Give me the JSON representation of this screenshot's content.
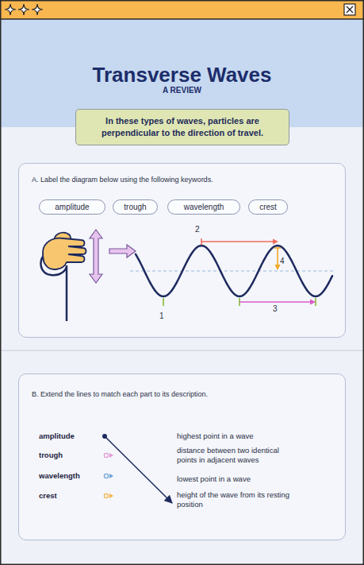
{
  "diagram": {
    "title": "Transverse Waves",
    "nodes": [
      {
        "text": [
          "In these types of waves, particles are perpendicular to the direction of travel."
        ]
      },
      {
        "text": [
          "A. Label the diagram below using the following keywords."
        ]
      },
      {
        "text": [
          "amplitude"
        ],
        "in": 1
      },
      {
        "text": [
          "trough"
        ],
        "in": 1
      },
      {
        "text": [
          "wavelength"
        ],
        "in": 1
      },
      {
        "text": [
          "crest"
        ],
        "in": 1
      },
      {
        "text": [
          "B. Extend the lines to match each part to its description."
        ]
      },
      {
        "text": [
          "amplitude"
        ],
        "in": 6
      },
      {
        "text": [
          "highest point in a wave"
        ],
        "in": 6
      },
      {
        "text": [
          "trough"
        ],
        "in": 6
      },
      {
        "text": [
          "distance between two identical points in adjacent waves"
        ],
        "in": 6
      },
      {
        "text": [
          "wavelength"
        ],
        "in": 6
      },
      {
        "text": [
          "lowest point in a wave"
        ],
        "in": 6
      },
      {
        "text": [
          "crest"
        ],
        "in": 6
      },
      {
        "text": [
          "height of the wave from its resting position"
        ],
        "in": 6
      }
    ],
    "edges": [
      {
        "from": 7,
        "to": 14,
        "arrow": "to"
      }
    ],
    "labels": [
      "A REVIEW",
      "2",
      "4",
      "1",
      "3"
    ]
  }
}
